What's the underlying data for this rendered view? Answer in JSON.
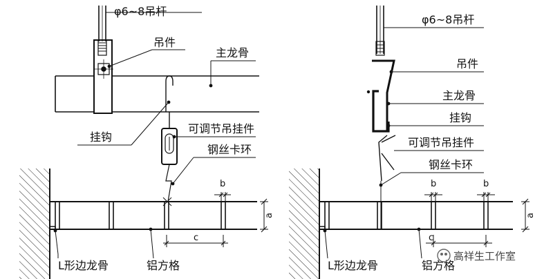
{
  "left": {
    "rod": "φ6~8吊杆",
    "hanger": "吊件",
    "main_keel": "主龙骨",
    "hook": "挂钩",
    "adjustable_hanger": "可调节吊挂件",
    "wire_clip": "钢丝卡环",
    "edge_keel": "L形边龙骨",
    "aluminum_grid": "铝方格",
    "dim_a": "a",
    "dim_b": "b",
    "dim_c": "c"
  },
  "right": {
    "rod": "φ6~8吊杆",
    "hanger": "吊件",
    "main_keel": "主龙骨",
    "hook": "挂钩",
    "adjustable_hanger": "可调节吊挂件",
    "wire_clip": "钢丝卡环",
    "edge_keel": "L形边龙骨",
    "aluminum_grid": "铝方格",
    "dim_a": "a",
    "dim_b1": "b",
    "dim_b2": "b",
    "dim_c": "c"
  },
  "watermark": "高祥生工作室"
}
